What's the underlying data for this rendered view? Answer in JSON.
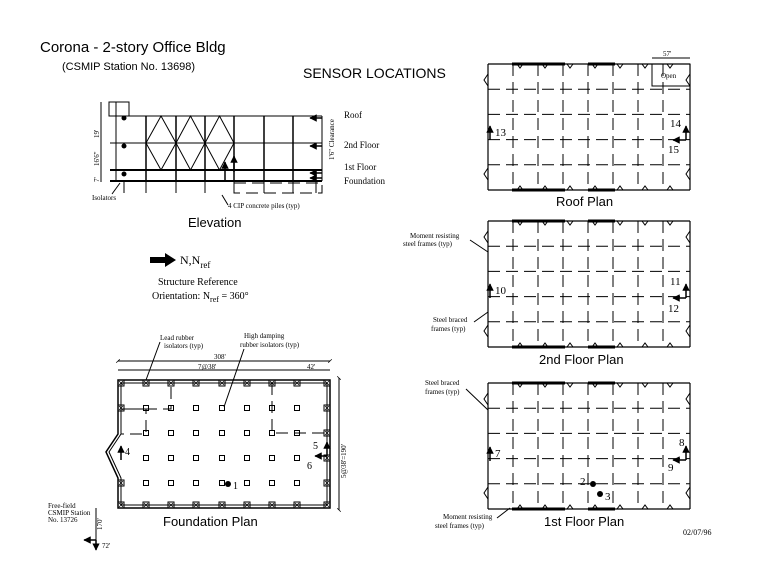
{
  "title": {
    "main": "Corona - 2-story Office Bldg",
    "station": "(CSMIP Station No. 13698)",
    "sensor_locations": "SENSOR LOCATIONS",
    "date": "02/07/96"
  },
  "elevation": {
    "caption": "Elevation",
    "levels": [
      "Roof",
      "2nd Floor",
      "1st Floor",
      "Foundation"
    ],
    "clearance": "1'6\" Clearance",
    "dim_top": "19'",
    "dim_mid": "16'6\"",
    "dim_bottom": "7'",
    "isolators": "Isolators",
    "piles": "4 CIP concrete piles (typ)"
  },
  "reference": {
    "arrow_label_main": "N,N",
    "arrow_label_sub": "ref",
    "line1": "Structure Reference",
    "line2_prefix": "Orientation: N",
    "line2_sub": "ref",
    "line2_suffix": " = 360°"
  },
  "foundation": {
    "caption": "Foundation Plan",
    "lead_rubber": [
      "Lead rubber",
      "isolators (typ)"
    ],
    "high_damping": [
      "High damping",
      "rubber isolators (typ)"
    ],
    "dim_total": "308'",
    "dim_bays": "7@38'",
    "dim_right": "42'",
    "dim_vertical": "5@38'=190'",
    "free_field": [
      "Free-field",
      "CSMIP Station",
      "No. 13726"
    ],
    "ff_dim1": "170'",
    "ff_dim2": "72'",
    "sensors": [
      "1",
      "4",
      "5",
      "6"
    ]
  },
  "roof": {
    "caption": "Roof Plan",
    "dim": "57'",
    "open": "Open",
    "sensors": [
      "13",
      "14",
      "15"
    ]
  },
  "second": {
    "caption": "2nd Floor Plan",
    "moment_frames": [
      "Moment resisting",
      "steel frames (typ)"
    ],
    "braced_frames": [
      "Steel braced",
      "frames (typ)"
    ],
    "sensors": [
      "10",
      "11",
      "12"
    ]
  },
  "first": {
    "caption": "1st Floor Plan",
    "braced_frames": [
      "Steel braced",
      "frames (typ)"
    ],
    "moment_frames": [
      "Moment resisting",
      "steel frames (typ)"
    ],
    "sensors": [
      "7",
      "8",
      "9",
      "2",
      "3"
    ]
  }
}
